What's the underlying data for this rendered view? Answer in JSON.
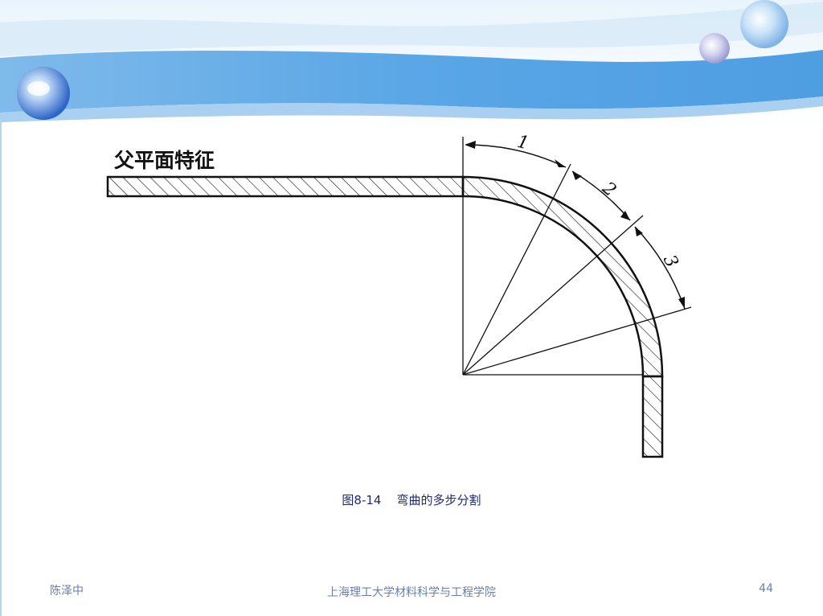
{
  "diagram": {
    "parent_label": "父平面特征",
    "segment_labels": [
      "1",
      "2",
      "3"
    ]
  },
  "caption": {
    "figure_number": "图8-14",
    "text": "弯曲的多步分割"
  },
  "footer": {
    "author": "陈泽中",
    "institution": "上海理工大学材料科学与工程学院",
    "page_number": "44"
  },
  "colors": {
    "banner_blue": "#5aa6e6",
    "banner_light": "#cfe6f8",
    "caption_text": "#1e2a78",
    "footer_text": "#6a7fb0"
  }
}
